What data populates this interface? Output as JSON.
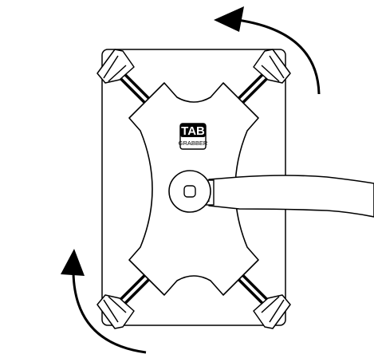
{
  "logo": {
    "top": "TAB",
    "bottom": "GRABBER"
  },
  "colors": {
    "line": "#000000",
    "fill": "#ffffff"
  },
  "rotation_arrows": {
    "direction": "counterclockwise",
    "count": 2
  }
}
